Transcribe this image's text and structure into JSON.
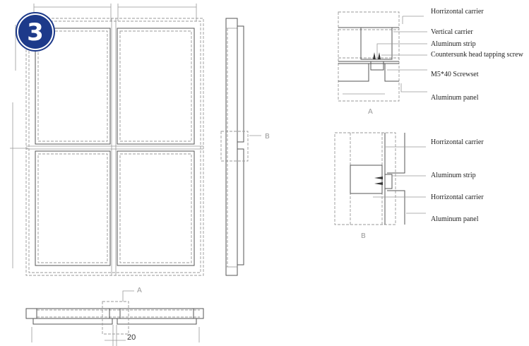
{
  "badge": {
    "number": "3",
    "color": "#1d3a8a"
  },
  "front_elevation": {},
  "side_elevation": {
    "callout": "B"
  },
  "section": {
    "callout": "A",
    "gap_dimension": "20"
  },
  "detail_a": {
    "caption": "A",
    "labels": [
      "Horrizontal carrier",
      "Vertical carrier",
      "Aluminum strip",
      "Countersunk head tapping screw",
      "M5*40 Screwset",
      "Aluminum panel"
    ]
  },
  "detail_b": {
    "caption": "B",
    "labels": [
      "Horrizontal carrier",
      "Aluminum strip",
      "Horrizontal carrier",
      "Aluminum panel"
    ]
  }
}
